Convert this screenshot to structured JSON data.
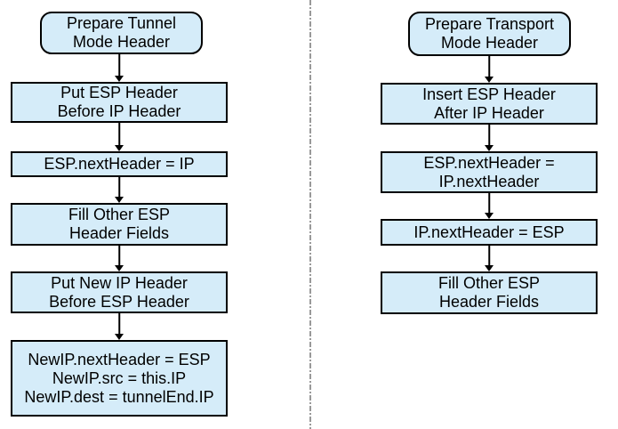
{
  "colors": {
    "box_fill": "#d5ecf9",
    "box_border": "#000000",
    "arrow": "#000000",
    "divider": "#999999"
  },
  "tunnel_column": {
    "terminal": {
      "lines": [
        "Prepare Tunnel",
        "Mode Header"
      ]
    },
    "steps": [
      {
        "lines": [
          "Put ESP Header",
          "Before IP Header"
        ]
      },
      {
        "lines": [
          "ESP.nextHeader = IP"
        ]
      },
      {
        "lines": [
          "Fill Other ESP",
          "Header Fields"
        ]
      },
      {
        "lines": [
          "Put New IP Header",
          "Before ESP Header"
        ]
      },
      {
        "lines": [
          "NewIP.nextHeader = ESP",
          "NewIP.src = this.IP",
          "NewIP.dest = tunnelEnd.IP"
        ]
      }
    ]
  },
  "transport_column": {
    "terminal": {
      "lines": [
        "Prepare Transport",
        "Mode Header"
      ]
    },
    "steps": [
      {
        "lines": [
          "Insert ESP Header",
          "After IP Header"
        ]
      },
      {
        "lines": [
          "ESP.nextHeader =",
          "IP.nextHeader"
        ]
      },
      {
        "lines": [
          "IP.nextHeader = ESP"
        ]
      },
      {
        "lines": [
          "Fill Other ESP",
          "Header Fields"
        ]
      }
    ]
  }
}
